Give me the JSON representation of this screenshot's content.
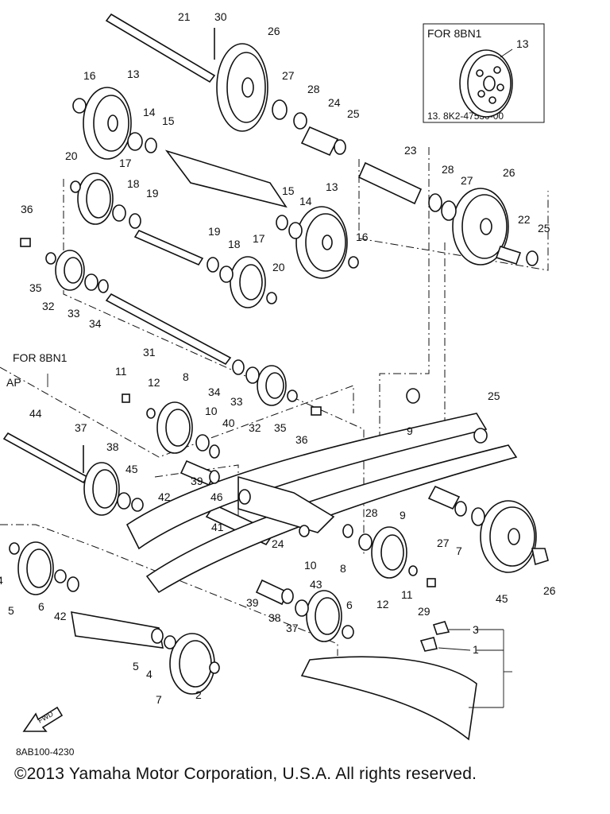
{
  "inset": {
    "title": "FOR 8BN1",
    "part_label": "13",
    "part_number": "13. 8K2-47530-00"
  },
  "variant_label": "FOR 8BN1",
  "variant_sub": "AP",
  "diagram_code": "8AB100-4230",
  "direction_label": "FWD",
  "copyright": "©2013 Yamaha Motor Corporation, U.S.A. All rights reserved.",
  "callouts": [
    "21",
    "30",
    "26",
    "16",
    "13",
    "14",
    "15",
    "27",
    "28",
    "24",
    "25",
    "23",
    "28",
    "27",
    "26",
    "20",
    "17",
    "18",
    "19",
    "15",
    "14",
    "13",
    "22",
    "25",
    "36",
    "19",
    "18",
    "17",
    "16",
    "35",
    "32",
    "33",
    "34",
    "20",
    "31",
    "11",
    "12",
    "8",
    "34",
    "33",
    "32",
    "35",
    "36",
    "25",
    "9",
    "10",
    "40",
    "44",
    "37",
    "38",
    "39",
    "45",
    "42",
    "46",
    "41",
    "24",
    "9",
    "28",
    "27",
    "7",
    "4",
    "5",
    "6",
    "42",
    "10",
    "8",
    "12",
    "11",
    "29",
    "26",
    "45",
    "39",
    "38",
    "37",
    "43",
    "6",
    "5",
    "4",
    "7",
    "2",
    "3",
    "1"
  ]
}
